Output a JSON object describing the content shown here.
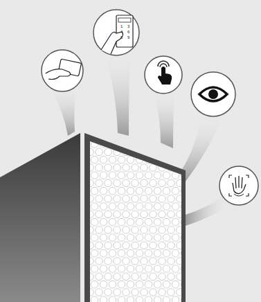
{
  "diagram": {
    "labels": [
      "1",
      "3",
      "4",
      "6",
      "8",
      "9"
    ]
  }
}
